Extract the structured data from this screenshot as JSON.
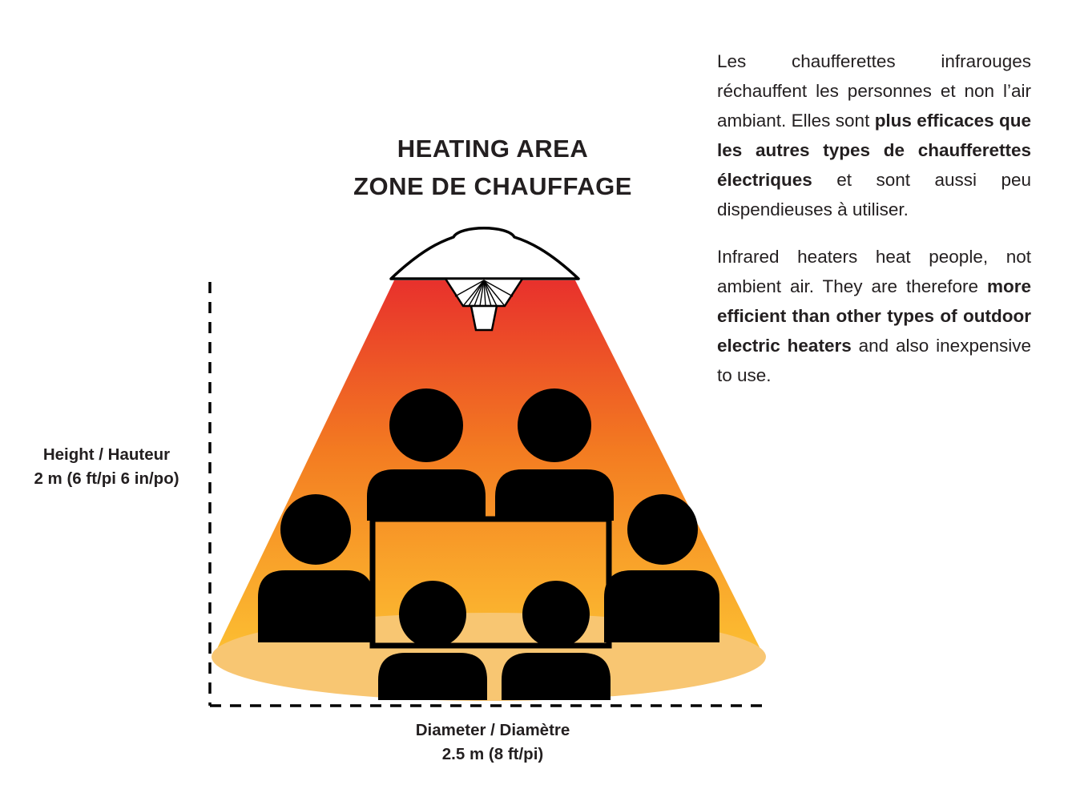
{
  "heading": {
    "line1": "HEATING AREA",
    "line2": "ZONE DE CHAUFFAGE"
  },
  "dimensions": {
    "height": {
      "line1": "Height / Hauteur",
      "line2": "2 m (6 ft/pi 6 in/po)"
    },
    "diameter": {
      "line1": "Diameter / Diamètre",
      "line2": "2.5 m (8 ft/pi)"
    }
  },
  "info": {
    "french": {
      "pre": "Les chaufferettes infrarouges réchauffent les personnes et non l’air ambiant. Elles sont ",
      "bold": "plus efficaces que les autres types de chaufferettes électriques",
      "post": " et sont aussi peu dispendieuses à utiliser."
    },
    "english": {
      "pre": "Infrared heaters heat people, not ambient air. They are therefore ",
      "bold": "more efficient than other types of outdoor electric heaters",
      "post": " and also inexpensive to use."
    }
  },
  "colors": {
    "cone_top": "#e8312c",
    "cone_mid": "#f37b21",
    "cone_lower": "#f9a32a",
    "cone_bottom": "#fcc033",
    "pool": "#f8c672",
    "silhouette": "#000000",
    "line": "#000000"
  }
}
